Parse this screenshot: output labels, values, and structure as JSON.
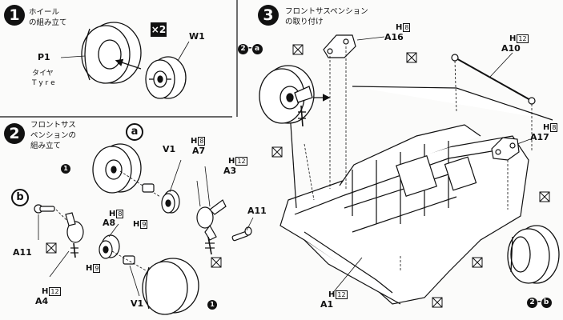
{
  "steps": [
    {
      "number": "1",
      "title_line1": "ホイール",
      "title_line2": "の組み立て"
    },
    {
      "number": "2",
      "title_line1": "フロントサス",
      "title_line2": "ペンションの",
      "title_line3": "組み立て"
    },
    {
      "number": "3",
      "title_line1": "フロントサスペンション",
      "title_line2": "の取り付け"
    }
  ],
  "multiplier": "×2",
  "sub_assemblies": {
    "a": "a",
    "b": "b"
  },
  "refs": {
    "r2a": "2-a",
    "r2b": "2-b",
    "one": "1"
  },
  "parts": {
    "P1": "P1",
    "tyre_jp": "タイヤ",
    "tyre_en": "T y r e",
    "W1": "W1",
    "V1_top": "V1",
    "V1_bottom": "V1",
    "A7": "A7",
    "A3": "A3",
    "A8": "A8",
    "A11_left": "A11",
    "A11_right": "A11",
    "A4": "A4",
    "A16": "A16",
    "A10": "A10",
    "A17": "A17",
    "A1": "A1"
  },
  "runner_tags": {
    "H": "H",
    "H8": "8",
    "H12": "12",
    "H9": "9"
  }
}
